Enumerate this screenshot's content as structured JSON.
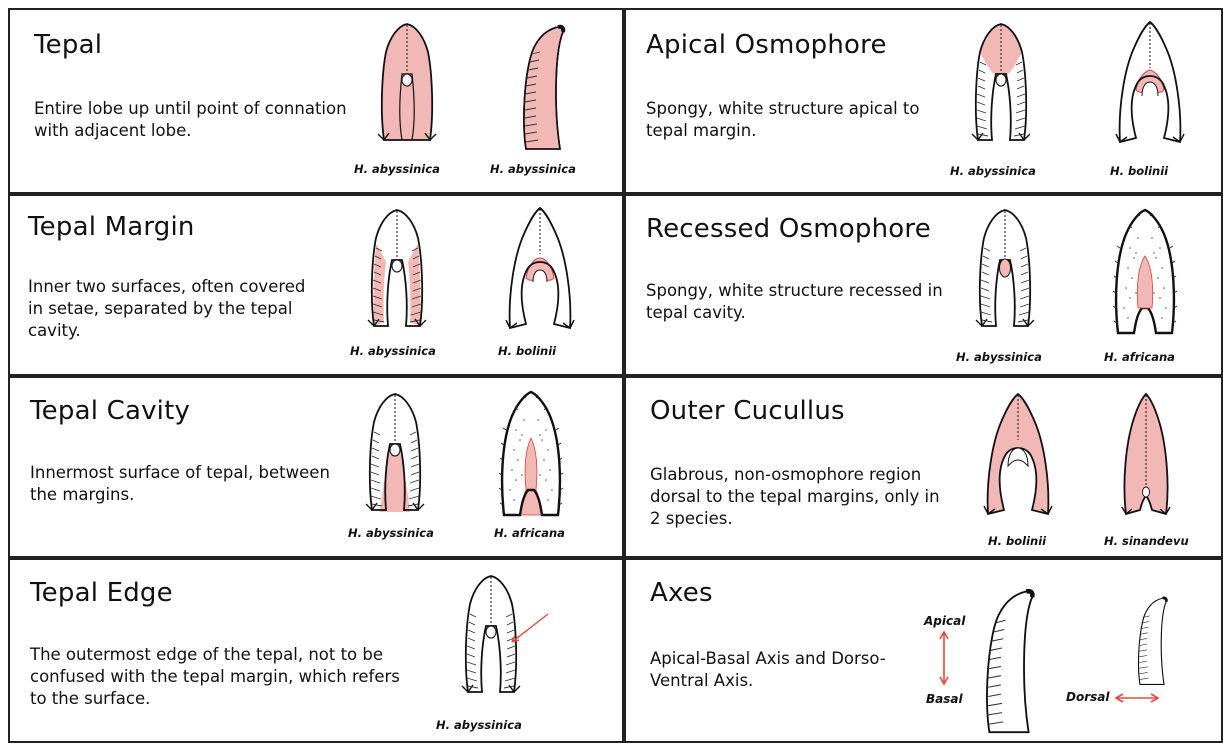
{
  "colors": {
    "fill": "#f2b8b5",
    "outline": "#111111",
    "arrow": "#e8483c",
    "border": "#222222"
  },
  "cells": {
    "tepal": {
      "title": "Tepal",
      "description": "Entire lobe up until point of connation with adjacent lobe.",
      "captions": [
        "H. abyssinica",
        "H. abyssinica"
      ]
    },
    "apical_osmophore": {
      "title": "Apical Osmophore",
      "description": "Spongy, white structure apical to tepal margin.",
      "captions": [
        "H. abyssinica",
        "H. bolinii"
      ]
    },
    "tepal_margin": {
      "title": "Tepal Margin",
      "description": "Inner two surfaces, often covered in setae, separated by the tepal cavity.",
      "captions": [
        "H. abyssinica",
        "H. bolinii"
      ]
    },
    "recessed_osmophore": {
      "title": "Recessed Osmophore",
      "description": "Spongy, white structure recessed in tepal cavity.",
      "captions": [
        "H. abyssinica",
        "H. africana"
      ]
    },
    "tepal_cavity": {
      "title": "Tepal Cavity",
      "description": "Innermost surface of tepal, between the margins.",
      "captions": [
        "H. abyssinica",
        "H. africana"
      ]
    },
    "outer_cucullus": {
      "title": "Outer Cucullus",
      "description": "Glabrous, non-osmophore region dorsal to the tepal margins, only in 2 species.",
      "captions": [
        "H. bolinii",
        "H. sinandevu"
      ]
    },
    "tepal_edge": {
      "title": "Tepal Edge",
      "description": "The outermost edge of the tepal, not to be confused with the tepal margin, which refers to the surface.",
      "captions": [
        "H. abyssinica"
      ]
    },
    "axes": {
      "title": "Axes",
      "description": "Apical-Basal Axis and Dorso-Ventral Axis.",
      "labels": {
        "apical": "Apical",
        "basal": "Basal",
        "dorsal": "Dorsal"
      }
    }
  }
}
